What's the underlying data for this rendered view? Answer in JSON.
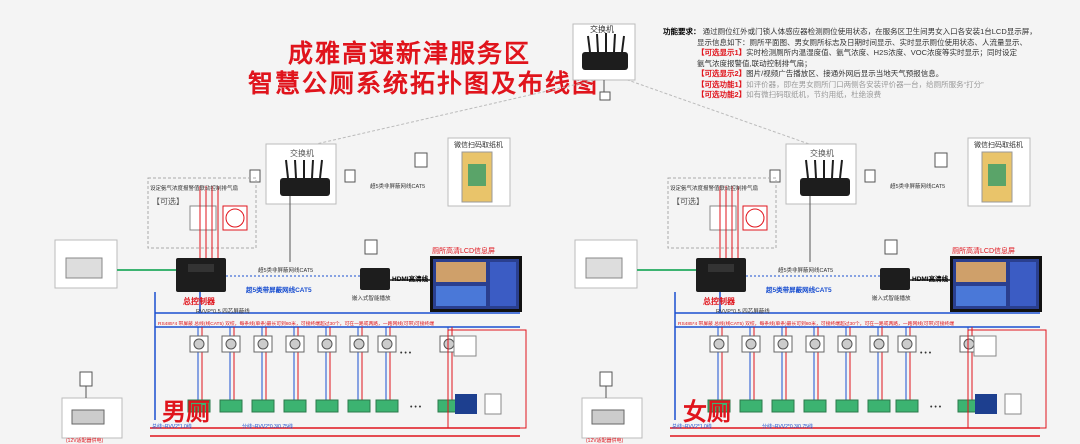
{
  "title": {
    "line1": "成雅高速新津服务区",
    "line2": "智慧公厕系统拓扑图及布线图"
  },
  "requirements": {
    "heading": "功能要求：",
    "intro": "通过厕位红外或门锁人体感应器检测厕位使用状态，在服务区卫生间男女入口各安装1台LCD显示屏，",
    "line2": "显示信息如下：厕所平面图、男女厕所标志及日期时间显示、实时显示厕位使用状态、人流量显示、",
    "opt1_tag": "【可选显示1】",
    "opt1_text": "实时检测厕所内温湿度值、氨气浓度、H2S浓度、VOC浓度等实时显示；同时设定",
    "opt1_cont": "氨气浓度报警值,联动控制排气扇；",
    "opt2_tag": "【可选显示2】",
    "opt2_text": "图片/视频广告播放区、接通外网后显示当地天气预报信息。",
    "act1_tag": "【可选功能1】",
    "act1_text": "如评价器，即在男女厕所门口两侧各安装评价器一台，给厕所服务“打分”",
    "act2_tag": "【可选功能2】",
    "act2_text": "如有微扫码取纸机，节约用纸，杜绝浪费"
  },
  "switch_top": "交换机",
  "left": {
    "switch": "交换机",
    "paper": "微信扫码取纸机",
    "optional": "【可选】",
    "sensor_note": "设定氨气浓度报警值联动控制排气扇",
    "cable_cat5_1": "超5类非屏蔽网线CAT5",
    "cable_cat5_2": "超5类非屏蔽网线CAT5",
    "cable_cat5_3": "超5类带屏蔽网线CAT5",
    "controller": "总控制器",
    "hdmi": "HDMI高清线",
    "player": "嵌入式智能播放",
    "lcd": "厕所高清LCD信息屏",
    "rvvp": "RVVP*0.5 四芯屏蔽线",
    "bus_note": "RS485*4 带屏蔽 总线(线CAT5) 双绞，每条线(单条)最长可到80米，可接终端超过30个，可在一路或两路，一路网线(可带)可接终端",
    "gender": "男厕",
    "power": "总线~RVV2*1.0线",
    "power2": "分线~RVV2*0.3/0.75线",
    "adapter": "(12V适配器供电)",
    "ellipsis": "• • •"
  },
  "right": {
    "switch": "交换机",
    "paper": "微信扫码取纸机",
    "optional": "【可选】",
    "sensor_note": "设定氨气浓度报警值联动控制排气扇",
    "cable_cat5_1": "超5类非屏蔽网线CAT5",
    "cable_cat5_2": "超5类非屏蔽网线CAT5",
    "cable_cat5_3": "超5类带屏蔽网线CAT5",
    "controller": "总控制器",
    "hdmi": "HDMI高清线",
    "player": "嵌入式智能播放",
    "lcd": "厕所高清LCD信息屏",
    "rvvp": "RVVP*0.5 四芯屏蔽线",
    "bus_note": "RS485*4 带屏蔽 总线(线CAT5) 双绞，每条线(单条)最长可到80米，可接终端超过30个，可在一路或两路，一路网线(可带)可接终端",
    "gender": "女厕",
    "power": "总线~RVV2*1.0线",
    "power2": "分线~RVV2*0.3/0.75线",
    "adapter": "(12V适配器供电)",
    "ellipsis": "• • •"
  },
  "colors": {
    "red": "#e0141c",
    "blue": "#1a4fd0",
    "green": "#3cb371",
    "screen": "#2a3f8f"
  }
}
